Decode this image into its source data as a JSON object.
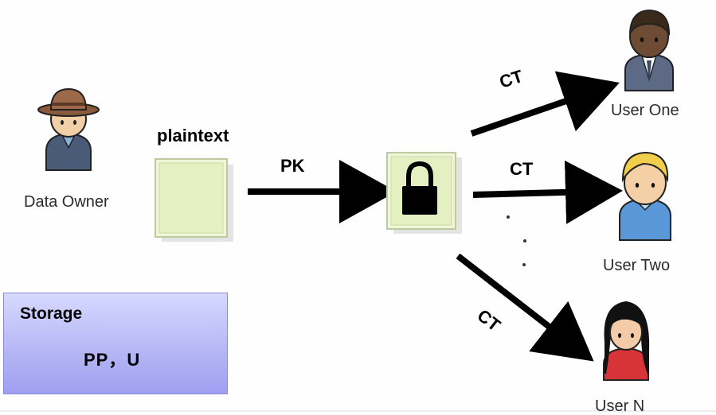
{
  "people": {
    "owner": "Data Owner",
    "user_one": "User One",
    "user_two": "User Two",
    "user_n": "User N"
  },
  "labels": {
    "plaintext": "plaintext",
    "pk": "PK",
    "ct_top": "CT",
    "ct_middle": "CT",
    "ct_bottom": "CT"
  },
  "storage": {
    "title": "Storage",
    "content": "PP，U"
  },
  "colors": {
    "arrow": "#000000",
    "document": "#e8f3cd",
    "storage_fill": "#b7b8f5",
    "user_one_hair": "#3a2a1a",
    "user_two_hair": "#f2cf4a",
    "user_n_hair": "#111111",
    "owner_hat": "#8a5a3c"
  }
}
